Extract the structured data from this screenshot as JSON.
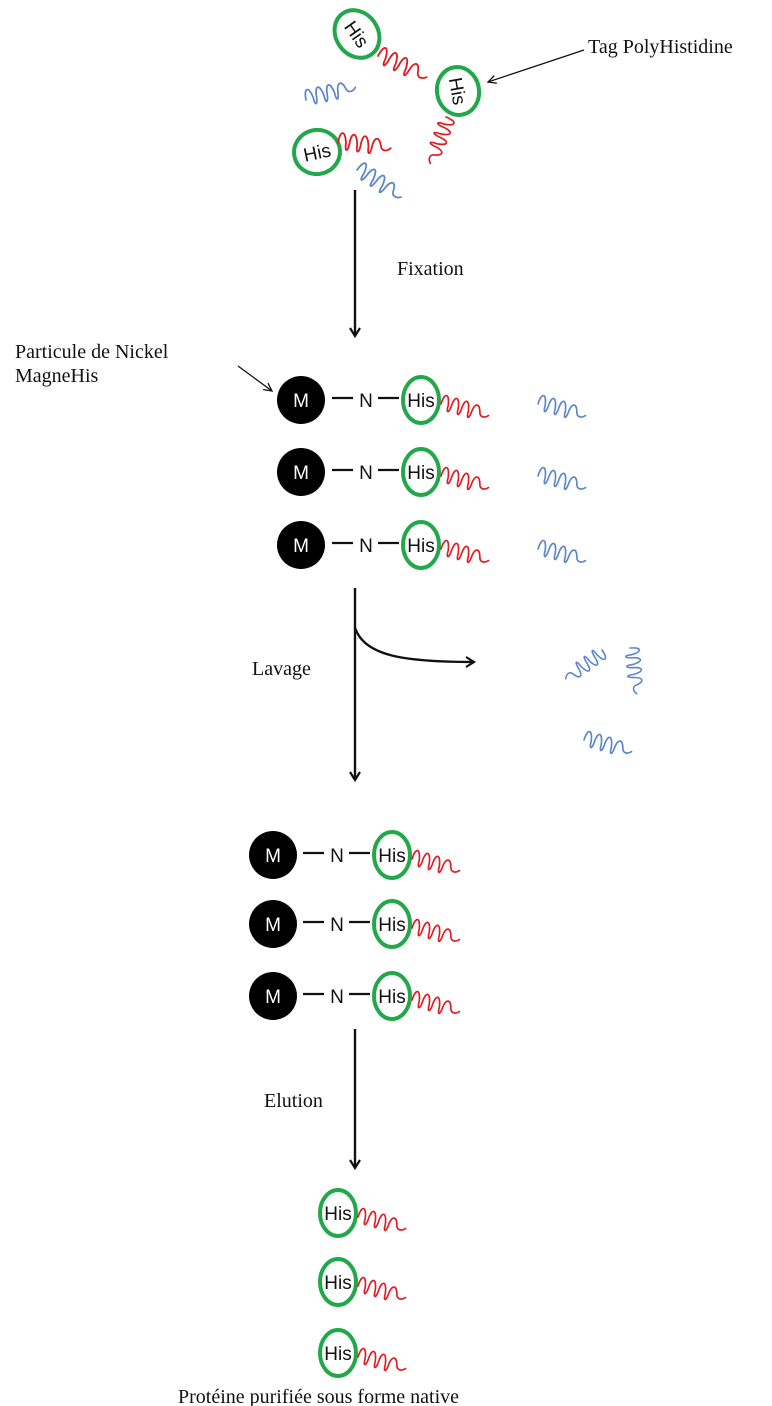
{
  "labels": {
    "tag": "Tag PolyHistidine",
    "particle_line1": "Particule de Nickel",
    "particle_line2": "MagneHis",
    "step_fixation": "Fixation",
    "step_lavage": "Lavage",
    "step_elution": "Elution",
    "result": "Protéine purifiée sous forme native"
  },
  "symbols": {
    "bead": "M",
    "linker": "N",
    "tag": "His"
  },
  "colors": {
    "tag_ring": "#22a84a",
    "target_protein": "#e11b22",
    "contaminant_protein": "#5b86c8",
    "bead": "#000000",
    "arrow": "#111111"
  }
}
